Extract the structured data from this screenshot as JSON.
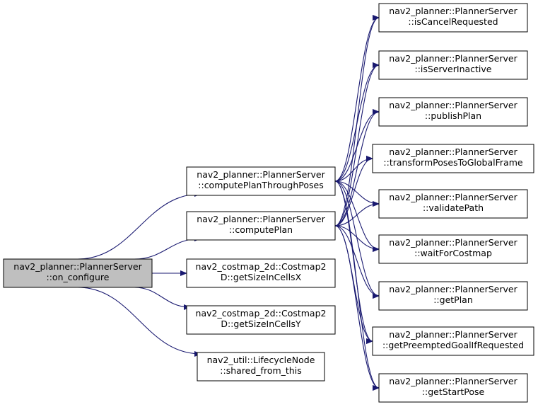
{
  "colors": {
    "edge": "#191970",
    "node_fill": "#ffffff",
    "root_fill": "#bfbfbf",
    "node_stroke": "#000000"
  },
  "nodes": [
    {
      "id": "on_configure",
      "root": true,
      "lines": [
        "nav2_planner::PlannerServer",
        "::on_configure"
      ]
    },
    {
      "id": "computePlanThroughPoses",
      "lines": [
        "nav2_planner::PlannerServer",
        "::computePlanThroughPoses"
      ]
    },
    {
      "id": "computePlan",
      "lines": [
        "nav2_planner::PlannerServer",
        "::computePlan"
      ]
    },
    {
      "id": "getSizeInCellsX",
      "lines": [
        "nav2_costmap_2d::Costmap2",
        "D::getSizeInCellsX"
      ]
    },
    {
      "id": "getSizeInCellsY",
      "lines": [
        "nav2_costmap_2d::Costmap2",
        "D::getSizeInCellsY"
      ]
    },
    {
      "id": "shared_from_this",
      "lines": [
        "nav2_util::LifecycleNode",
        "::shared_from_this"
      ]
    },
    {
      "id": "isCancelRequested",
      "lines": [
        "nav2_planner::PlannerServer",
        "::isCancelRequested"
      ]
    },
    {
      "id": "isServerInactive",
      "lines": [
        "nav2_planner::PlannerServer",
        "::isServerInactive"
      ]
    },
    {
      "id": "publishPlan",
      "lines": [
        "nav2_planner::PlannerServer",
        "::publishPlan"
      ]
    },
    {
      "id": "transformPosesToGlobalFrame",
      "lines": [
        "nav2_planner::PlannerServer",
        "::transformPosesToGlobalFrame"
      ]
    },
    {
      "id": "validatePath",
      "lines": [
        "nav2_planner::PlannerServer",
        "::validatePath"
      ]
    },
    {
      "id": "waitForCostmap",
      "lines": [
        "nav2_planner::PlannerServer",
        "::waitForCostmap"
      ]
    },
    {
      "id": "getPlan",
      "lines": [
        "nav2_planner::PlannerServer",
        "::getPlan"
      ]
    },
    {
      "id": "getPreemptedGoalIfRequested",
      "lines": [
        "nav2_planner::PlannerServer",
        "::getPreemptedGoalIfRequested"
      ]
    },
    {
      "id": "getStartPose",
      "lines": [
        "nav2_planner::PlannerServer",
        "::getStartPose"
      ]
    }
  ],
  "edges": [
    [
      "on_configure",
      "computePlanThroughPoses"
    ],
    [
      "on_configure",
      "computePlan"
    ],
    [
      "on_configure",
      "getSizeInCellsX"
    ],
    [
      "on_configure",
      "getSizeInCellsY"
    ],
    [
      "on_configure",
      "shared_from_this"
    ],
    [
      "computePlanThroughPoses",
      "isCancelRequested"
    ],
    [
      "computePlanThroughPoses",
      "isServerInactive"
    ],
    [
      "computePlanThroughPoses",
      "publishPlan"
    ],
    [
      "computePlanThroughPoses",
      "transformPosesToGlobalFrame"
    ],
    [
      "computePlanThroughPoses",
      "validatePath"
    ],
    [
      "computePlanThroughPoses",
      "waitForCostmap"
    ],
    [
      "computePlanThroughPoses",
      "getPlan"
    ],
    [
      "computePlanThroughPoses",
      "getPreemptedGoalIfRequested"
    ],
    [
      "computePlanThroughPoses",
      "getStartPose"
    ],
    [
      "computePlan",
      "isCancelRequested"
    ],
    [
      "computePlan",
      "isServerInactive"
    ],
    [
      "computePlan",
      "publishPlan"
    ],
    [
      "computePlan",
      "transformPosesToGlobalFrame"
    ],
    [
      "computePlan",
      "validatePath"
    ],
    [
      "computePlan",
      "waitForCostmap"
    ],
    [
      "computePlan",
      "getPlan"
    ],
    [
      "computePlan",
      "getPreemptedGoalIfRequested"
    ],
    [
      "computePlan",
      "getStartPose"
    ]
  ]
}
